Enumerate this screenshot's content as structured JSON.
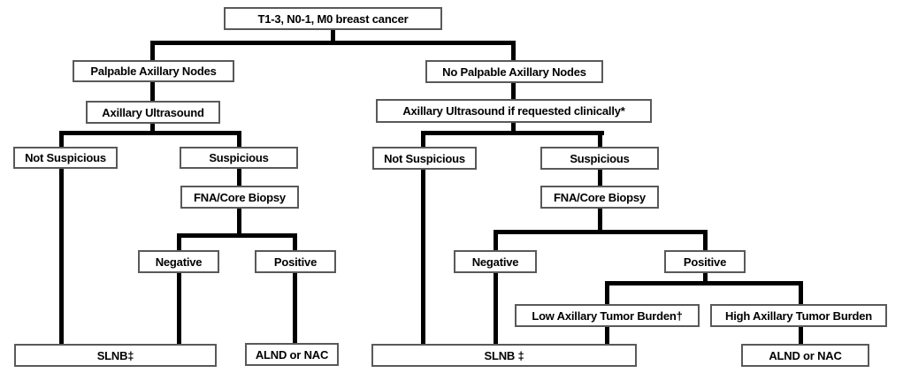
{
  "diagram": {
    "title": "T1-3, N0-1, M0 breast cancer axillary management flowchart",
    "colors": {
      "box_border": "#595959",
      "box_fill": "#ffffff",
      "line": "#000000",
      "text": "#000000",
      "background": "#ffffff"
    },
    "nodes": {
      "root": {
        "label": "T1-3, N0-1, M0 breast cancer"
      },
      "left": {
        "palpable": {
          "label": "Palpable Axillary Nodes"
        },
        "ultrasound": {
          "label": "Axillary Ultrasound"
        },
        "not_suspicious": {
          "label": "Not Suspicious"
        },
        "suspicious": {
          "label": "Suspicious"
        },
        "fna": {
          "label": "FNA/Core Biopsy"
        },
        "negative": {
          "label": "Negative"
        },
        "positive": {
          "label": "Positive"
        },
        "slnb": {
          "label": "SLNB‡"
        },
        "alnd": {
          "label": "ALND or NAC"
        }
      },
      "right": {
        "no_palpable": {
          "label": "No Palpable Axillary Nodes"
        },
        "ultrasound": {
          "label": "Axillary Ultrasound if requested clinically*"
        },
        "not_suspicious": {
          "label": "Not Suspicious"
        },
        "suspicious": {
          "label": "Suspicious"
        },
        "fna": {
          "label": "FNA/Core Biopsy"
        },
        "negative": {
          "label": "Negative"
        },
        "positive": {
          "label": "Positive"
        },
        "low_burden": {
          "label": "Low Axillary Tumor Burden†"
        },
        "high_burden": {
          "label": "High Axillary Tumor Burden"
        },
        "slnb": {
          "label": "SLNB ‡"
        },
        "alnd": {
          "label": "ALND or NAC"
        }
      }
    }
  }
}
